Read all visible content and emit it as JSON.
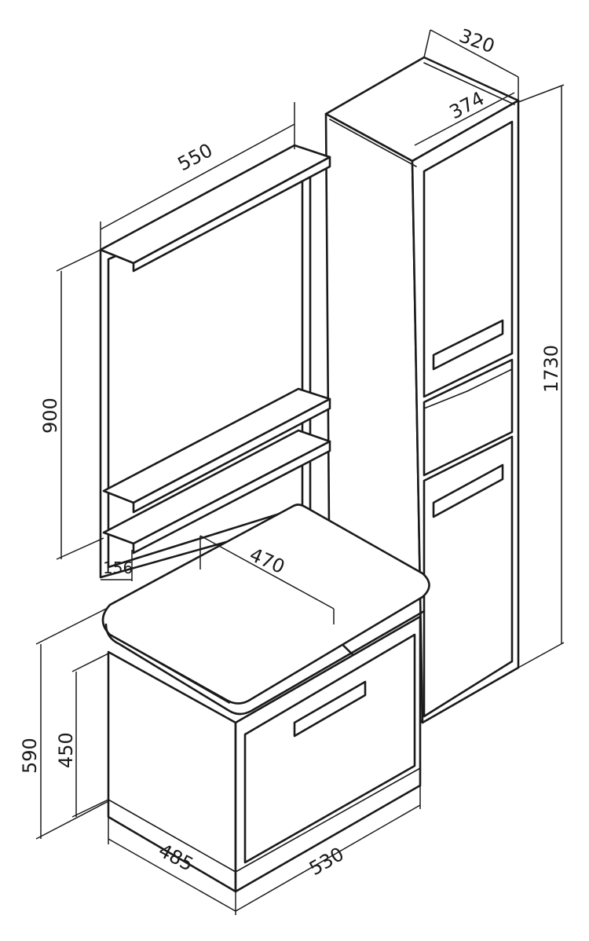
{
  "drawing": {
    "colors": {
      "line": "#1a1a1a",
      "background": "#ffffff"
    },
    "dimensions": {
      "mirror_width": "550",
      "mirror_height": "900",
      "mirror_shelf_depth": "156",
      "column_width": "320",
      "column_depth": "374",
      "column_height": "1730",
      "sink_depth": "470",
      "vanity_total_height": "590",
      "vanity_body_height": "450",
      "vanity_side_depth": "485",
      "vanity_front_width": "530"
    }
  }
}
